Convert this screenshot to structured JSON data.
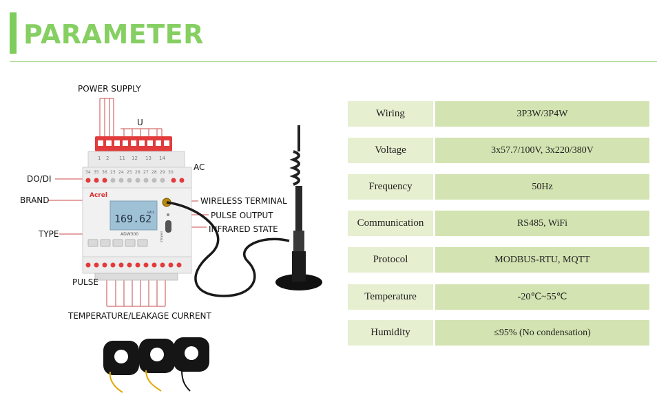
{
  "header": {
    "title": "PARAMETER"
  },
  "device_labels": {
    "power_supply": "POWER SUPPLY",
    "u": "U",
    "ac": "AC",
    "do_di": "DO/DI",
    "brand": "BRAND",
    "type": "TYPE",
    "pulse": "PULSE",
    "temperature_leakage": "TEMPERATURE/LEAKAGE CURRENT",
    "wireless_terminal": "WIRELESS TERMINAL",
    "pulse_output": "PULSE OUTPUT",
    "infrared_state": "INFRARED STATE"
  },
  "device": {
    "brand_text": "Acrel",
    "model_text": "ADW300",
    "display_value": "169.62",
    "display_unit": "kW h",
    "side_text": "Infrared",
    "top_terminal_numbers": [
      "1",
      "2",
      "11",
      "12",
      "13",
      "14"
    ],
    "mid_terminal_numbers": [
      "34",
      "35",
      "36",
      "23",
      "24",
      "25",
      "26",
      "27",
      "28",
      "29",
      "30"
    ]
  },
  "parameters": [
    {
      "label": "Wiring",
      "value": "3P3W/3P4W"
    },
    {
      "label": "Voltage",
      "value": "3x57.7/100V, 3x220/380V"
    },
    {
      "label": "Frequency",
      "value": "50Hz"
    },
    {
      "label": "Communication",
      "value": "RS485, WiFi"
    },
    {
      "label": "Protocol",
      "value": "MODBUS-RTU, MQTT"
    },
    {
      "label": "Temperature",
      "value": "-20℃~55℃"
    },
    {
      "label": "Humidity",
      "value": "≤95% (No condensation)"
    }
  ],
  "colors": {
    "accent_green": "#86cf62",
    "row_label_bg": "#e6efcf",
    "row_value_bg": "#d3e3b1",
    "terminal_red": "#e23b3b"
  }
}
